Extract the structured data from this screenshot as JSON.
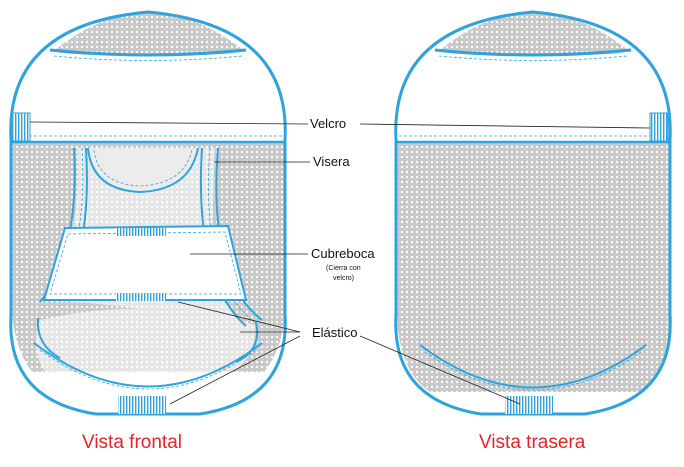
{
  "colors": {
    "outline": "#2ea3dc",
    "mesh": "#cfcfcf",
    "caption": "#e3242b",
    "label": "#111111"
  },
  "labels": {
    "velcro": "Velcro",
    "visera": "Visera",
    "cubreboca": "Cubreboca",
    "cubreboca_note_line1": "(Cierra con",
    "cubreboca_note_line2": "velcro)",
    "elastico": "Elástico"
  },
  "captions": {
    "front": "Vista frontal",
    "back": "Vista trasera"
  }
}
